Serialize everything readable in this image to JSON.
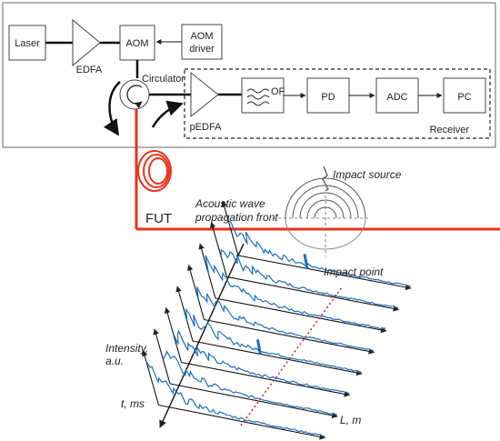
{
  "labels": {
    "laser": "Laser",
    "edfa": "EDFA",
    "aom": "AOM",
    "aom_driver_1": "AOM",
    "aom_driver_2": "driver",
    "circulator": "Circulator",
    "pedfa": "pEDFA",
    "of": "OF",
    "pd": "PD",
    "adc": "ADC",
    "pc": "PC",
    "receiver": "Receiver",
    "fut": "FUT",
    "impact_source": "Impact source",
    "wave_1": "Acoustic wave",
    "wave_2": "propagation front",
    "impact_point": "Impact point",
    "intensity_1": "Intensity,",
    "intensity_2": "a.u.",
    "t_axis": "t, ms",
    "l_axis": "L, m"
  },
  "colors": {
    "fiber": "#e8331c",
    "signal": "#1a6fc2",
    "impact_line": "#cc1f1f",
    "frame": "#444444"
  },
  "traces": {
    "count": 8,
    "impact_spike_traces": [
      0,
      4
    ]
  }
}
